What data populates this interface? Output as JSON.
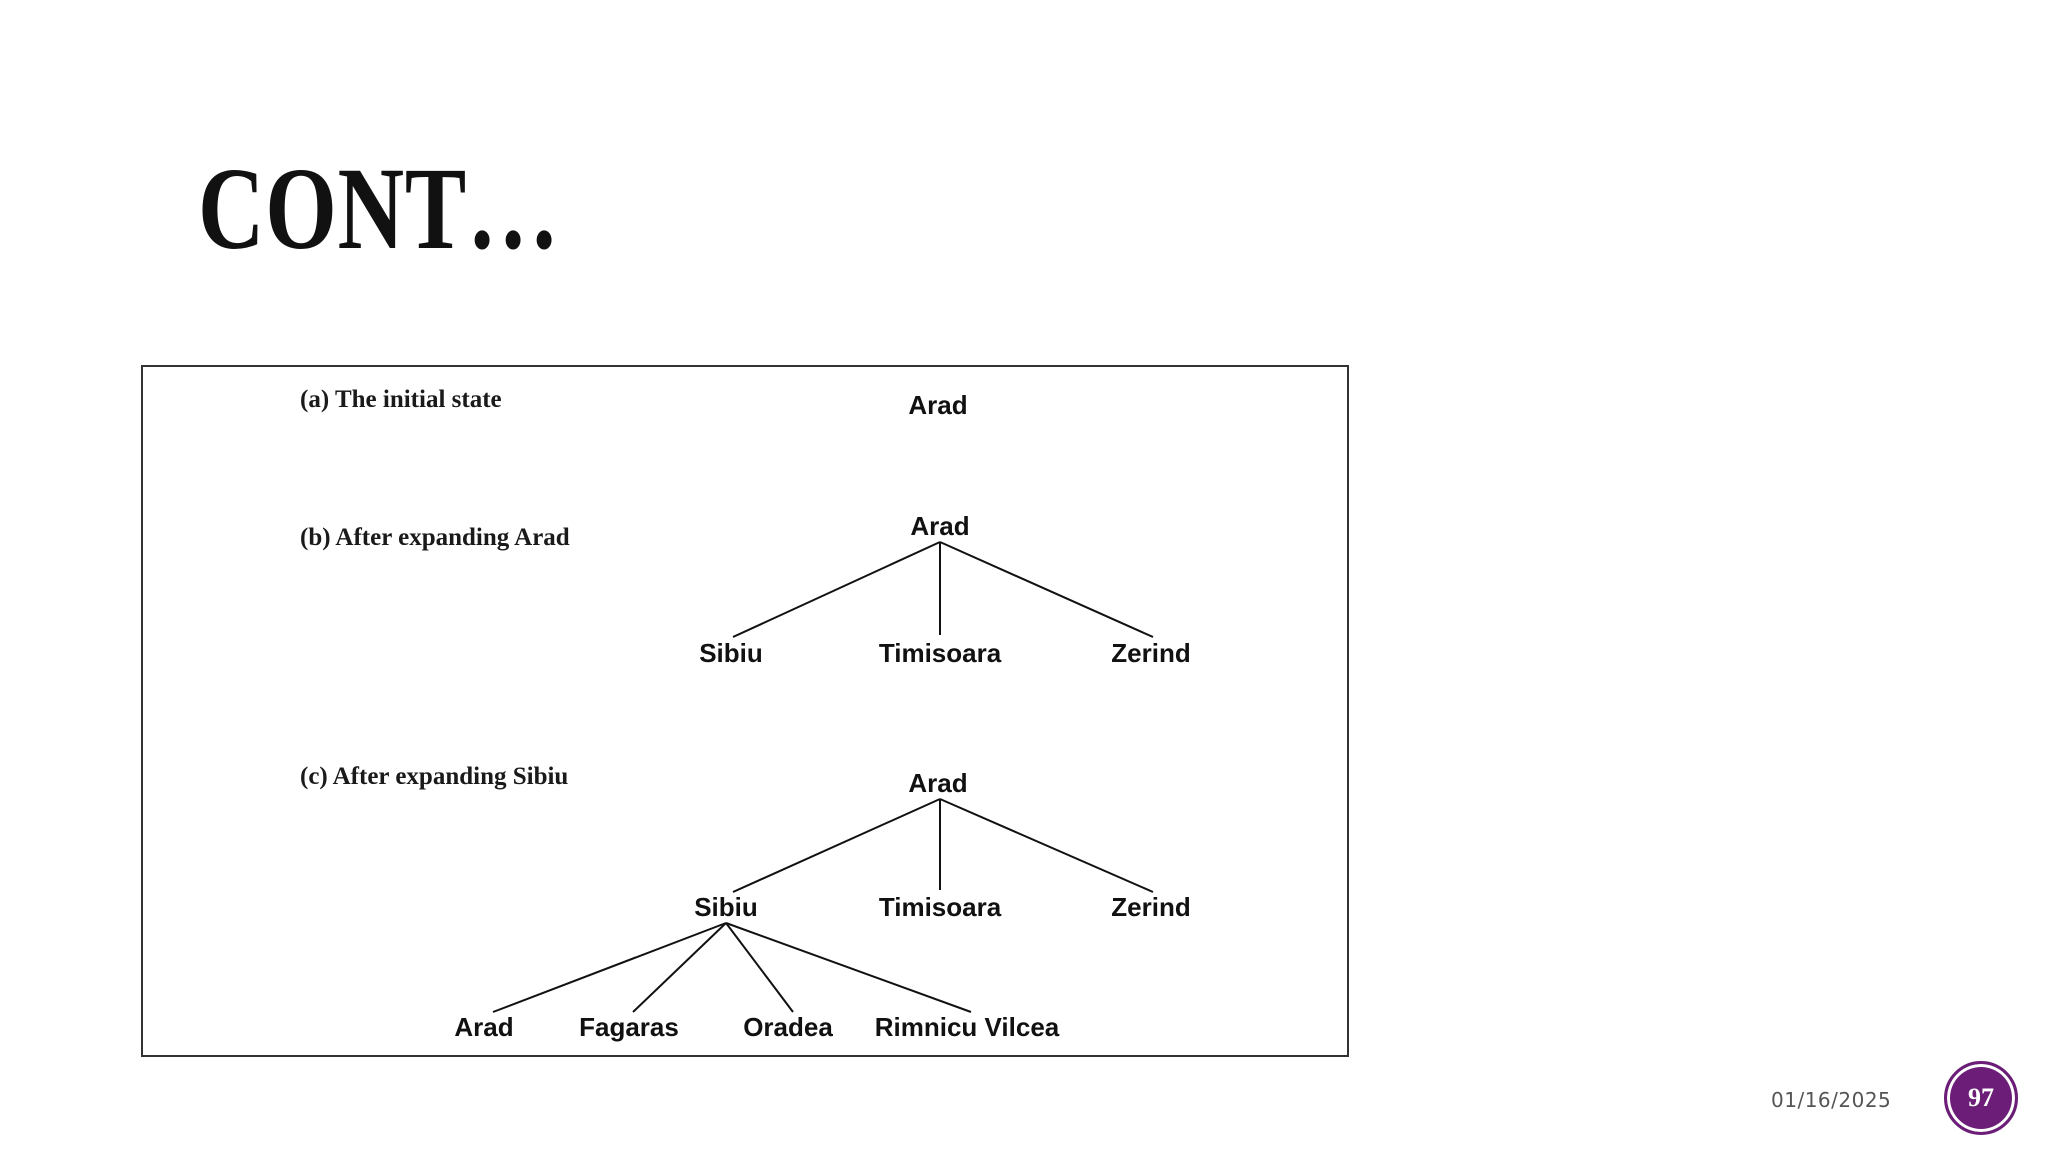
{
  "slide": {
    "title": "CONT…",
    "date": "01/16/2025",
    "page_number": "97"
  },
  "figure": {
    "captions": {
      "a": "(a) The initial state",
      "b": "(b) After expanding Arad",
      "c": "(c) After expanding Sibiu"
    },
    "tree_a": {
      "root": "Arad"
    },
    "tree_b": {
      "root": "Arad",
      "children": [
        "Sibiu",
        "Timisoara",
        "Zerind"
      ]
    },
    "tree_c": {
      "root": "Arad",
      "children": [
        "Sibiu",
        "Timisoara",
        "Zerind"
      ],
      "sibiu_children": [
        "Arad",
        "Fagaras",
        "Oradea",
        "Rimnicu Vilcea"
      ]
    }
  }
}
